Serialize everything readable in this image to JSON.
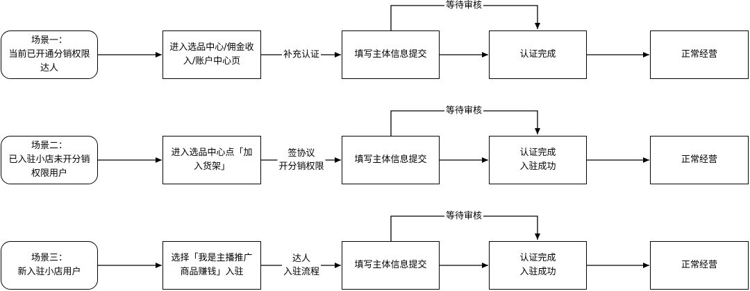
{
  "rows": [
    {
      "scenario": "场景一：\n当前已开通分销权限\n达人",
      "entry": "进入选品中心/佣金收\n入/账户中心页",
      "action": "补充认证",
      "submit": "填写主体信息提交",
      "wait": "等待审核",
      "result": "认证完成",
      "final": "正常经营"
    },
    {
      "scenario": "场景二：\n已入驻小店未开分销\n权限用户",
      "entry": "进入选品中心点「加\n入货架」",
      "action": "签协议\n开分销权限",
      "submit": "填写主体信息提交",
      "wait": "等待审核",
      "result": "认证完成\n入驻成功",
      "final": "正常经营"
    },
    {
      "scenario": "场景三：\n新入驻小店用户",
      "entry": "选择「我是主播推广\n商品赚钱」入驻",
      "action": "达人\n入驻流程",
      "submit": "填写主体信息提交",
      "wait": "等待审核",
      "result": "认证完成\n入驻成功",
      "final": "正常经营"
    }
  ]
}
